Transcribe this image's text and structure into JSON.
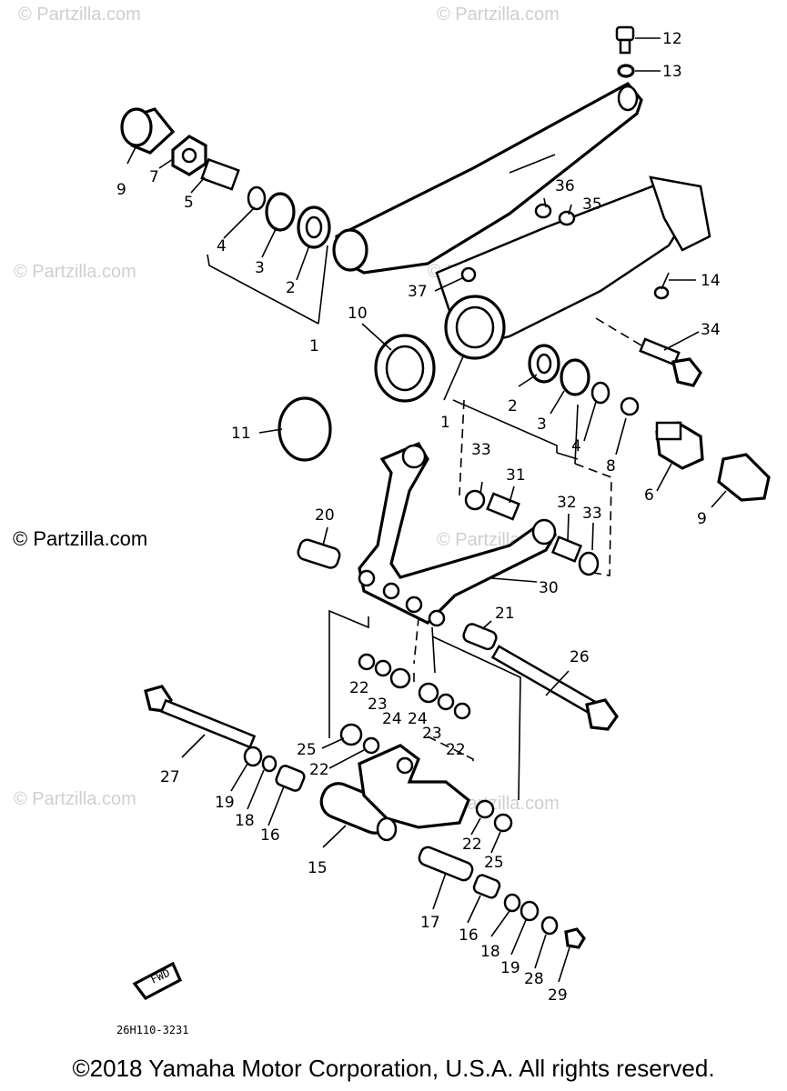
{
  "watermark": "© Partzilla.com",
  "copyright": "©2018 Yamaha Motor Corporation, U.S.A. All rights reserved.",
  "diagram_code": "26H110-3231",
  "fwd_label": "FWD",
  "callouts": [
    "12",
    "13",
    "9",
    "7",
    "5",
    "4",
    "3",
    "2",
    "1",
    "36",
    "35",
    "14",
    "37",
    "10",
    "34",
    "11",
    "2",
    "1",
    "3",
    "4",
    "8",
    "6",
    "9",
    "33",
    "31",
    "32",
    "33",
    "20",
    "30",
    "21",
    "26",
    "22",
    "23",
    "24",
    "24",
    "23",
    "22",
    "27",
    "25",
    "22",
    "19",
    "18",
    "16",
    "15",
    "22",
    "25",
    "17",
    "16",
    "18",
    "19",
    "28",
    "29"
  ]
}
